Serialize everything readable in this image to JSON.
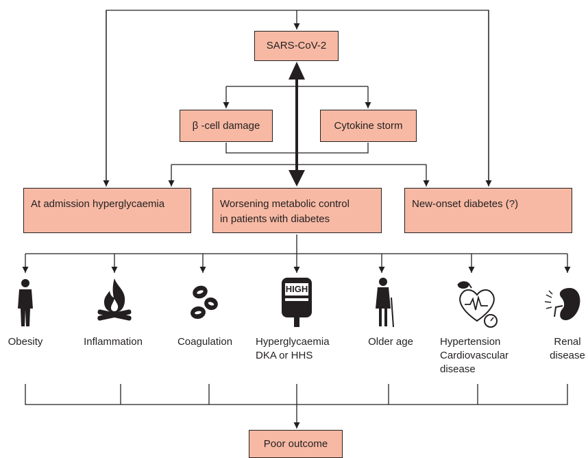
{
  "top_box": "SARS-CoV-2",
  "middle_boxes": {
    "beta_cell": "β -cell damage",
    "cytokine": "Cytokine storm"
  },
  "conditions": {
    "admission": "At admission hyperglycaemia",
    "worsening_line1": "Worsening metabolic control",
    "worsening_line2": "in patients with diabetes",
    "new_onset": "New-onset diabetes (?)"
  },
  "factors": [
    {
      "icon": "person-icon",
      "lines": [
        "Obesity"
      ]
    },
    {
      "icon": "fire-icon",
      "lines": [
        "Inflammation"
      ]
    },
    {
      "icon": "blood-cells-icon",
      "lines": [
        "Coagulation"
      ]
    },
    {
      "icon": "glucose-meter-icon",
      "lines": [
        "Hyperglycaemia",
        "DKA or HHS"
      ],
      "meter_text": "HIGH"
    },
    {
      "icon": "elderly-person-icon",
      "lines": [
        "Older age"
      ]
    },
    {
      "icon": "heart-pressure-icon",
      "lines": [
        "Hypertension",
        "Cardiovascular",
        "disease"
      ]
    },
    {
      "icon": "kidney-icon",
      "lines": [
        "Renal",
        "disease"
      ]
    }
  ],
  "outcome": "Poor outcome",
  "colors": {
    "box_fill": "#f7b9a4",
    "line": "#231f20"
  }
}
